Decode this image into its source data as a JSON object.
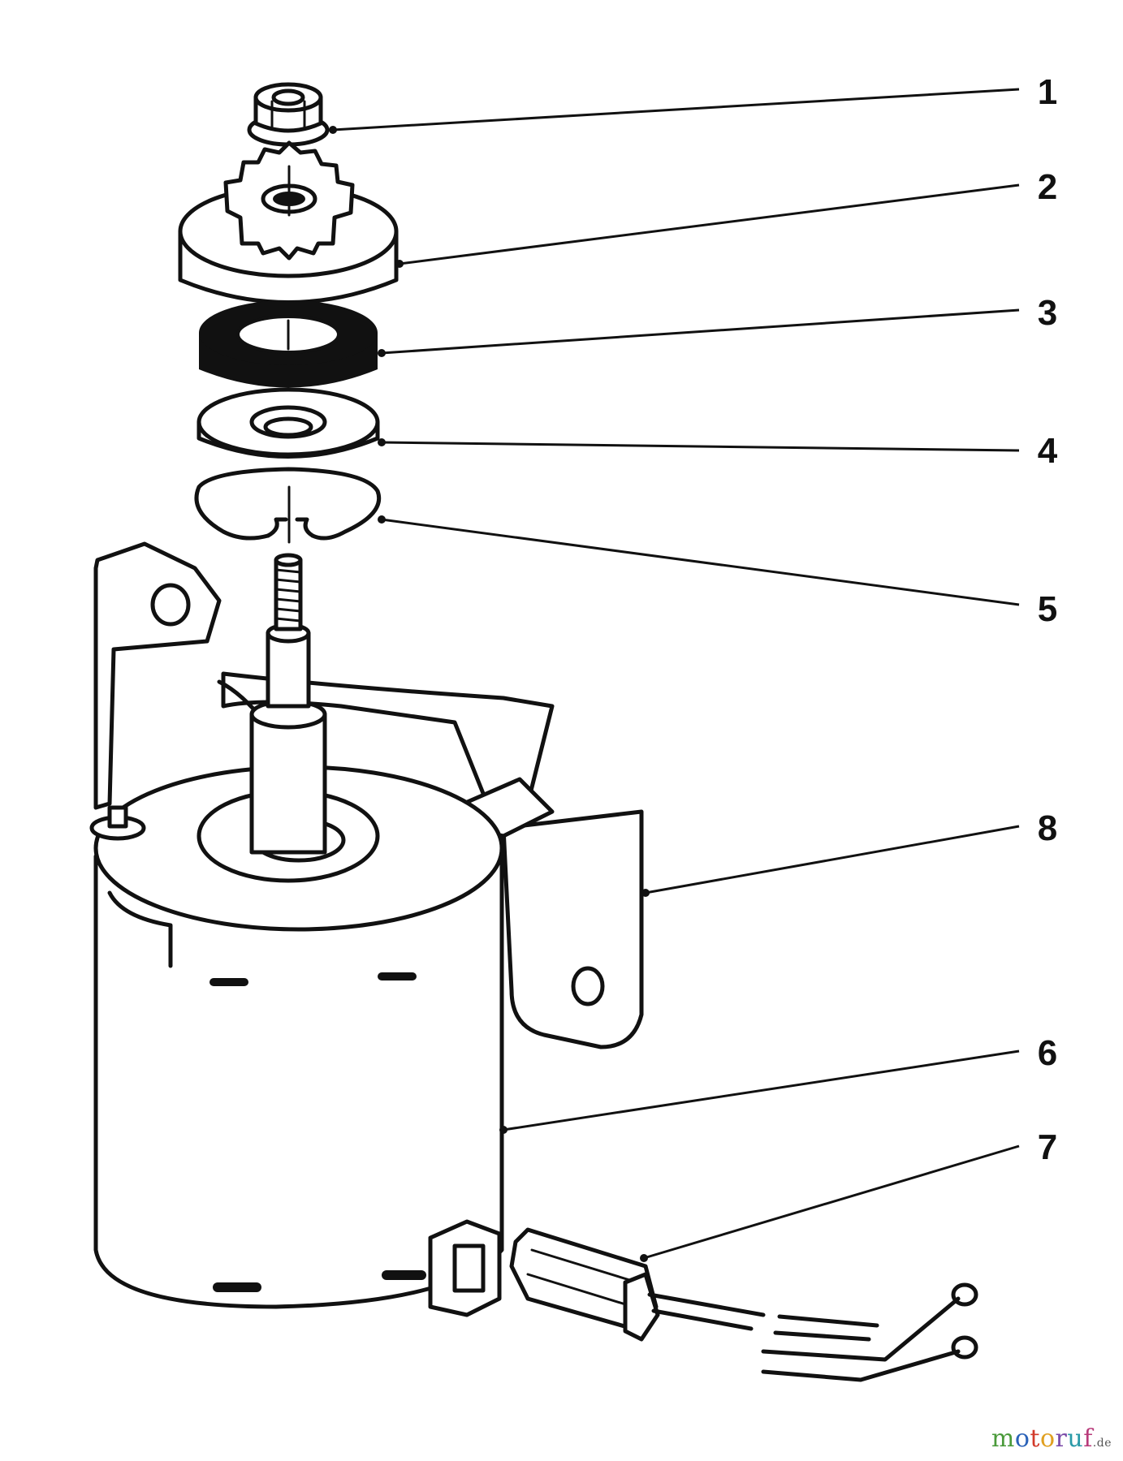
{
  "callouts": [
    {
      "number": "1"
    },
    {
      "number": "2"
    },
    {
      "number": "3"
    },
    {
      "number": "4"
    },
    {
      "number": "5"
    },
    {
      "number": "6"
    },
    {
      "number": "7"
    },
    {
      "number": "8"
    }
  ],
  "watermark": {
    "letters": [
      "m",
      "o",
      "t",
      "o",
      "r",
      "u",
      "f"
    ],
    "colors": [
      "#4a9a3a",
      "#2a62b8",
      "#d23a2a",
      "#e0a020",
      "#7a4aa8",
      "#2a9aa8",
      "#b83a7a"
    ],
    "suffix": ".de"
  }
}
